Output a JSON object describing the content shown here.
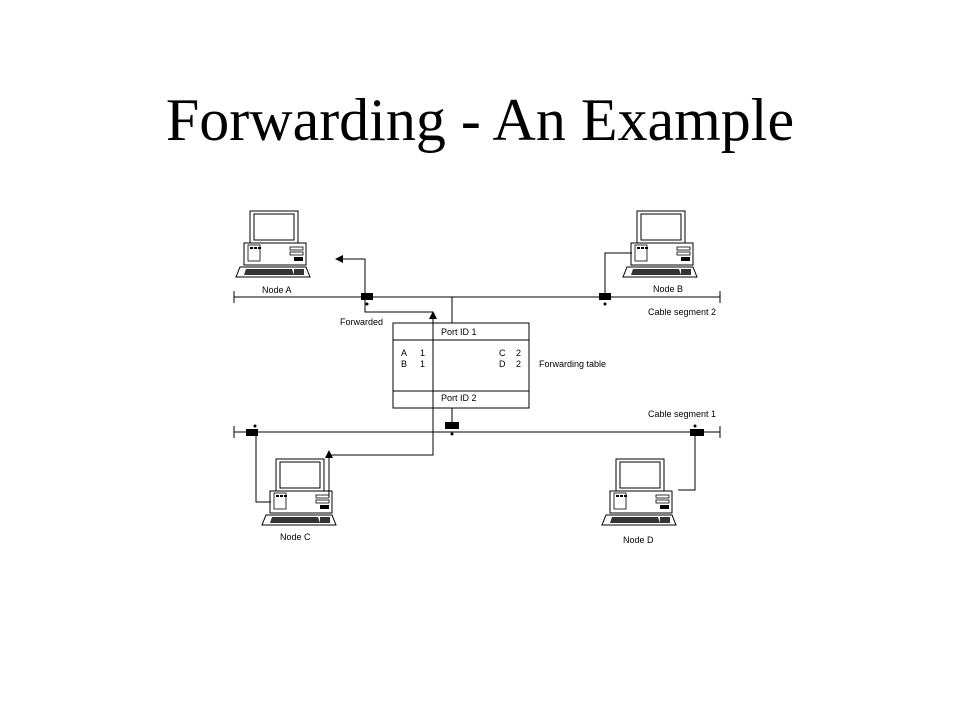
{
  "title": "Forwarding - An Example",
  "nodes": {
    "a": "Node A",
    "b": "Node B",
    "c": "Node C",
    "d": "Node D"
  },
  "segments": {
    "seg2": "Cable segment 2",
    "seg1": "Cable segment 1"
  },
  "bridge": {
    "port1": "Port ID 1",
    "port2": "Port ID 2",
    "table_label": "Forwarding table",
    "table_left": [
      {
        "node": "A",
        "port": "1"
      },
      {
        "node": "B",
        "port": "1"
      }
    ],
    "table_right": [
      {
        "node": "C",
        "port": "2"
      },
      {
        "node": "D",
        "port": "2"
      }
    ]
  },
  "forwarded": "Forwarded"
}
